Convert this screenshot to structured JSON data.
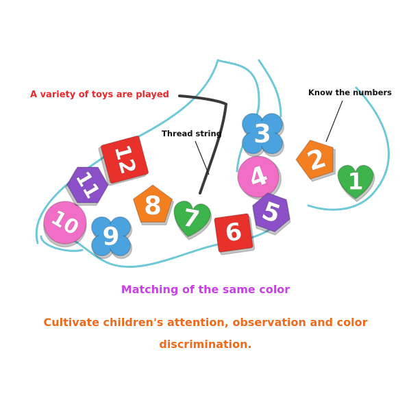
{
  "labels": {
    "variety": "A variety of toys are played",
    "thread_string": "Thread string",
    "know_numbers": "Know the numbers",
    "matching": "Matching of the same color",
    "cultivate_line1": "Cultivate children's attention, observation and color",
    "cultivate_line2": "discrimination."
  },
  "beads": [
    {
      "number": "1",
      "shape": "heart",
      "color": "#3cb44b"
    },
    {
      "number": "2",
      "shape": "pentagon",
      "color": "#f47f20"
    },
    {
      "number": "3",
      "shape": "flower",
      "color": "#4aa3df"
    },
    {
      "number": "4",
      "shape": "circle",
      "color": "#f06ec6"
    },
    {
      "number": "5",
      "shape": "hexagon",
      "color": "#8b4fc8"
    },
    {
      "number": "6",
      "shape": "square",
      "color": "#e8312a"
    },
    {
      "number": "7",
      "shape": "heart",
      "color": "#3cb44b"
    },
    {
      "number": "8",
      "shape": "pentagon",
      "color": "#f47f20"
    },
    {
      "number": "9",
      "shape": "flower",
      "color": "#4aa3df"
    },
    {
      "number": "10",
      "shape": "circle",
      "color": "#f06ec6"
    },
    {
      "number": "11",
      "shape": "hexagon",
      "color": "#8b4fc8"
    },
    {
      "number": "12",
      "shape": "square",
      "color": "#e8312a"
    }
  ],
  "colors": {
    "string": "#6fc8d8",
    "lace_tip": "#3a3a3a",
    "number_fill": "#ffffff",
    "text_red": "#e8282a",
    "text_purple": "#c93fe8",
    "text_orange": "#ee6a1d"
  }
}
